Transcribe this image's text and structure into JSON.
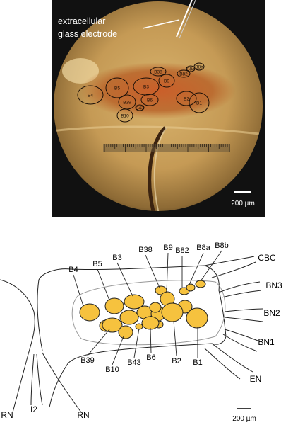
{
  "photo": {
    "electrode_label_line1": "extracellular",
    "electrode_label_line2": "glass electrode",
    "scale_label": "200 µm",
    "neurons": [
      "B4",
      "B5",
      "B3",
      "B38",
      "B9",
      "B82",
      "B8a",
      "B8b",
      "B39",
      "B10",
      "B43",
      "B6",
      "B2",
      "B1"
    ]
  },
  "diagram": {
    "neuron_labels": {
      "B4": "B4",
      "B5": "B5",
      "B3": "B3",
      "B38": "B38",
      "B9": "B9",
      "B82": "B82",
      "B8a": "B8a",
      "B8b": "B8b",
      "B39": "B39",
      "B10": "B10",
      "B43": "B43",
      "B6": "B6",
      "B2": "B2",
      "B1": "B1"
    },
    "nerve_labels": {
      "CBC": "CBC",
      "BN3": "BN3",
      "BN2": "BN2",
      "BN1": "BN1",
      "EN": "EN",
      "RN_left": "RN",
      "I2": "I2",
      "RN_right": "RN"
    },
    "scale_label": "200 µm",
    "neuron_fill": "#f6c23e",
    "outline_color": "#222222"
  }
}
